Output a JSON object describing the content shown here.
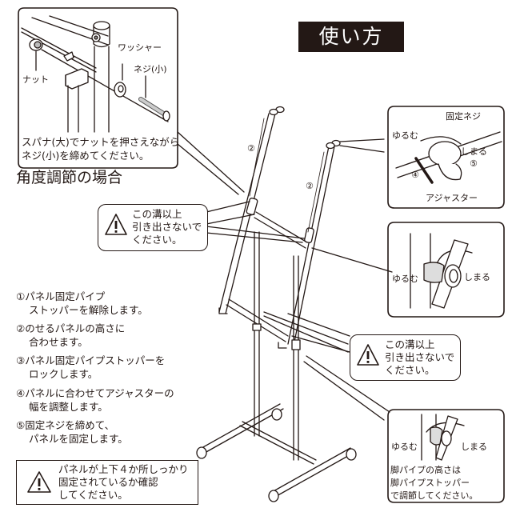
{
  "page": {
    "title": "使い方",
    "section_heading": "角度調節の場合",
    "colors": {
      "ink": "#231815",
      "title_bg": "#231815",
      "title_text": "#ffffff",
      "background": "#ffffff"
    }
  },
  "detail_angle_box": {
    "labels": {
      "nut": "ナット",
      "washer": "ワッシャー",
      "screw_small": "ネジ(小)"
    },
    "instruction_line1": "スパナ(大)でナットを押さえながら",
    "instruction_line2": "ネジ(小)を締めてください。"
  },
  "detail_adjuster_box": {
    "fixing_screw": "固定ネジ",
    "loosen": "ゆるむ",
    "tighten": "しまる",
    "step_5_marker": "⑤",
    "step_4_marker": "④",
    "adjuster": "アジャスター"
  },
  "detail_stopper_box": {
    "loosen": "ゆるむ",
    "tighten": "しまる"
  },
  "detail_leg_box": {
    "loosen": "ゆるむ",
    "tighten": "しまる",
    "note_line1": "脚パイプの高さは",
    "note_line2": "脚パイプストッパー",
    "note_line3": "で調節してください。"
  },
  "warnings": [
    {
      "id": "upper",
      "line1": "この溝以上",
      "line2": "引き出さないで",
      "line3": "ください。",
      "icon": "warning-triangle-icon"
    },
    {
      "id": "lower",
      "line1": "この溝以上",
      "line2": "引き出さないで",
      "line3": "ください。",
      "icon": "warning-triangle-icon"
    }
  ],
  "bottom_warning": {
    "icon": "warning-triangle-icon",
    "line1": "パネルが上下４か所しっかり",
    "line2": "固定されているか確認",
    "line3": "してください。"
  },
  "diagram_markers": {
    "left_pole": "②",
    "right_pole": "②"
  },
  "steps": [
    {
      "line1": "①パネル固定パイプ",
      "line2": "ストッパーを解除します。"
    },
    {
      "line1": "②のせるパネルの高さに",
      "line2": "合わせます。"
    },
    {
      "line1": "③パネル固定パイプストッパーを",
      "line2": "ロックします。"
    },
    {
      "line1": "④パネルに合わせてアジャスターの",
      "line2": "幅を調整します。"
    },
    {
      "line1": "⑤固定ネジを締めて、",
      "line2": "パネルを固定します。"
    }
  ]
}
